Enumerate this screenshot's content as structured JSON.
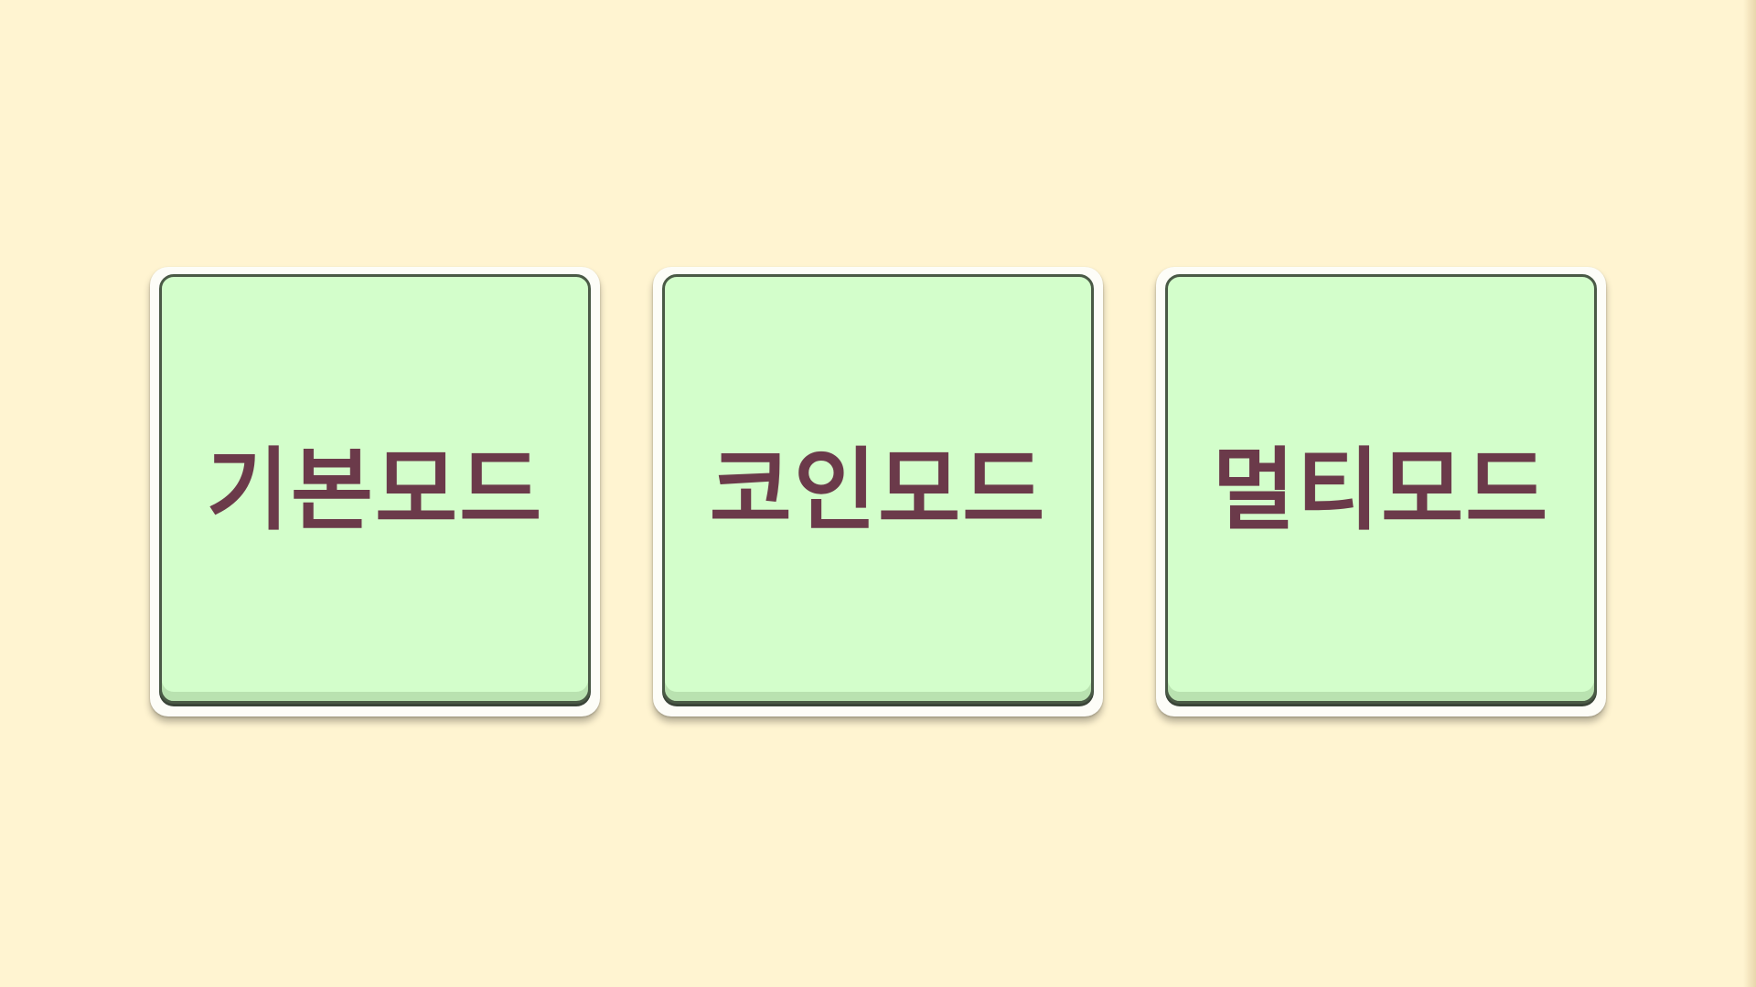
{
  "menu": {
    "modes": [
      {
        "label": "기본모드"
      },
      {
        "label": "코인모드"
      },
      {
        "label": "멀티모드"
      }
    ]
  },
  "colors": {
    "background": "#fff4d1",
    "card_fill": "#d3fecb",
    "card_border": "#4a5a46",
    "label_text": "#6b3a4a"
  }
}
